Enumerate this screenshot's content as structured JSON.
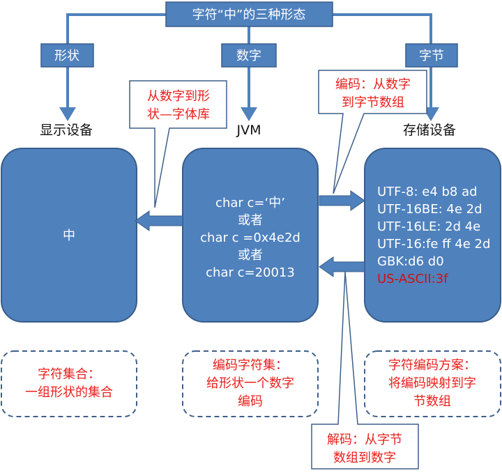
{
  "title": "字符“中”的三种形态",
  "branches": {
    "left": "形状",
    "middle": "数字",
    "right": "字节"
  },
  "devices": {
    "display": "显示设备",
    "jvm": "JVM",
    "storage": "存储设备"
  },
  "display_box": {
    "char": "中"
  },
  "jvm_box": {
    "lines": [
      "char c=‘中’",
      "或者",
      "char c =0x4e2d",
      "或者",
      "char c=20013"
    ]
  },
  "storage_box": {
    "lines": [
      "UTF-8:  e4 b8 ad",
      "UTF-16BE: 4e 2d",
      "UTF-16LE: 2d 4e",
      "UTF-16:fe ff 4e 2d",
      "GBK:d6 d0",
      "US-ASCII:3f"
    ]
  },
  "callouts": {
    "font": [
      "从数字到形",
      "状—字体库"
    ],
    "encode": [
      "编码：从数字",
      "到字节数组"
    ],
    "decode": [
      "解码：从字节",
      "数组到数字"
    ]
  },
  "notes": {
    "charset": [
      "字符集合：",
      "一组形状的集合"
    ],
    "coded_charset": [
      "编码字符集：",
      "给形状一个数字",
      "编码"
    ],
    "encoding_scheme": [
      "字符编码方案：",
      "将编码映射到字",
      "节数组"
    ]
  },
  "colors": {
    "box_fill": "#4f81bd",
    "box_stroke": "#385d8a",
    "note_stroke": "#3d5f8a",
    "red_text": "#e8201c",
    "ascii_red": "#d01010"
  }
}
